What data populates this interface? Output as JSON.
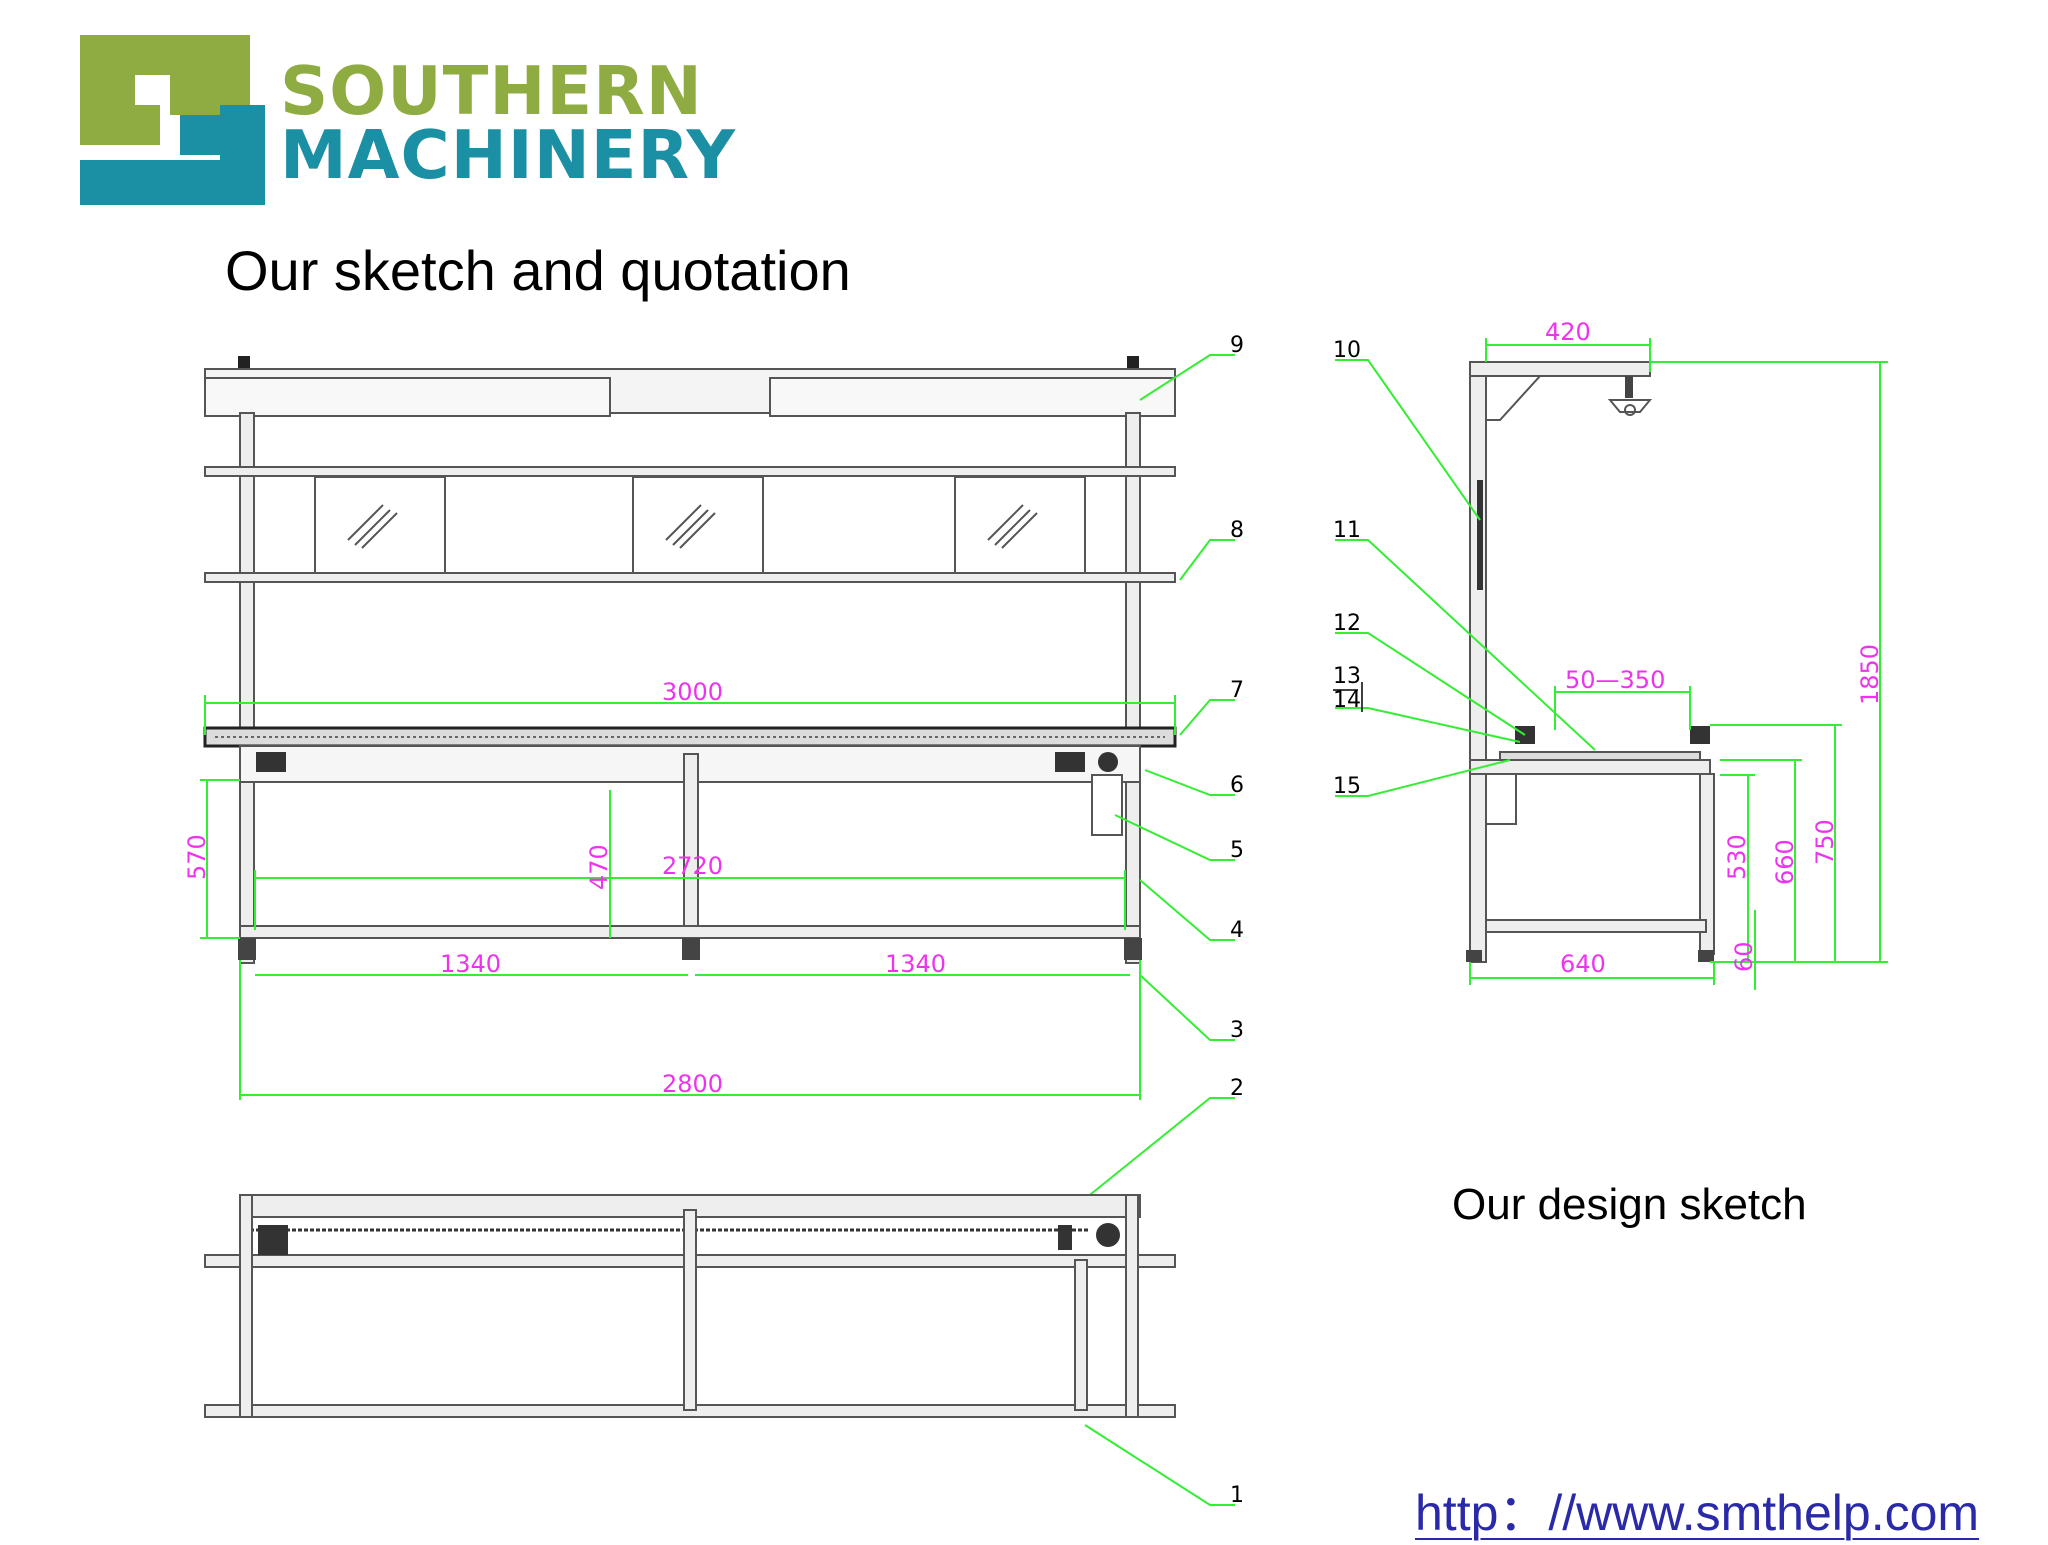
{
  "brand": {
    "line1": "SOUTHERN",
    "line2": "MACHINERY",
    "logo_icon": "cs-logo-icon",
    "green": "#8fac42",
    "blue": "#1b8fa3"
  },
  "heading": "Our sketch and quotation",
  "caption": "Our design sketch",
  "url": "http：//www.smthelp.com",
  "colors": {
    "dimension": "#ee33ee",
    "leader": "#33ee33",
    "frame": "#555555"
  },
  "front_view": {
    "dims": {
      "overall": "3000",
      "inner": "2720",
      "leg_span": "2800",
      "bay_left": "1340",
      "bay_right": "1340",
      "height": "570",
      "shelf_height": "470"
    },
    "labels": [
      "9",
      "8",
      "7",
      "6",
      "5",
      "4",
      "3",
      "2",
      "1"
    ]
  },
  "side_view": {
    "dims": {
      "top_arm": "420",
      "slide": "50—350",
      "total_height": "1850",
      "h750": "750",
      "h660": "660",
      "h530": "530",
      "h60": "60",
      "depth": "640"
    },
    "labels": [
      "10",
      "11",
      "12",
      "13",
      "14",
      "15"
    ]
  }
}
